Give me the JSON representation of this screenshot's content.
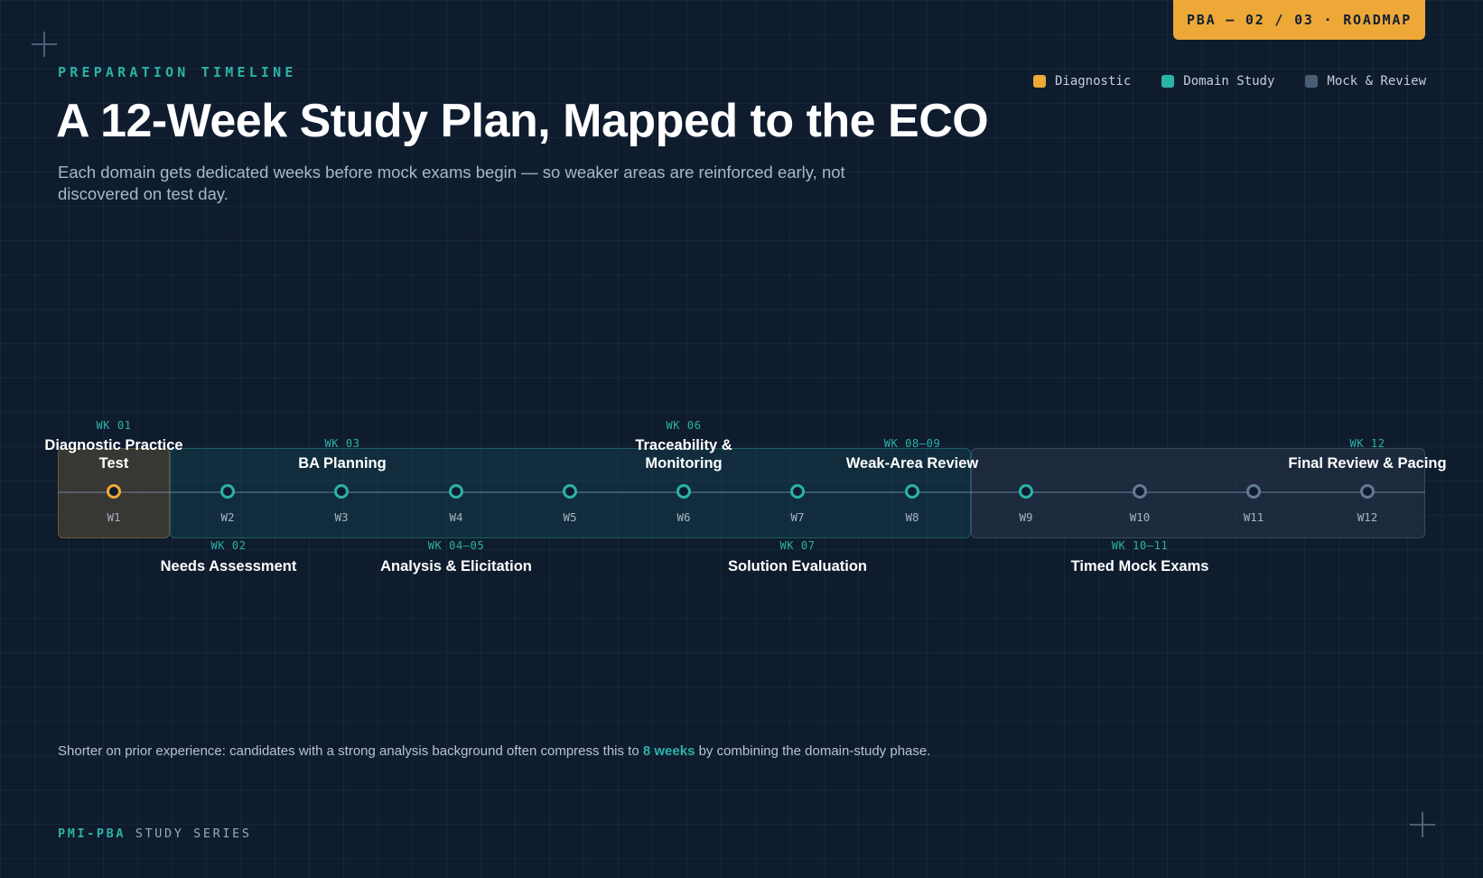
{
  "badge": "PBA — 02 / 03 · ROADMAP",
  "eyebrow": "PREPARATION TIMELINE",
  "title": "A 12-Week Study Plan, Mapped to the ECO",
  "subtitle": "Each domain gets dedicated weeks before mock exams begin — so weaker areas are reinforced early, not discovered on test day.",
  "legend": [
    {
      "label": "Diagnostic",
      "color": "#eda838"
    },
    {
      "label": "Domain Study",
      "color": "#2bb3a6"
    },
    {
      "label": "Mock & Review",
      "color": "#4b5d74"
    }
  ],
  "weeks": [
    "W1",
    "W2",
    "W3",
    "W4",
    "W5",
    "W6",
    "W7",
    "W8",
    "W9",
    "W10",
    "W11",
    "W12"
  ],
  "milestones_above": [
    {
      "wk": "WK 01",
      "name": "Diagnostic Practice Test"
    },
    {
      "wk": "WK 03",
      "name": "BA Planning"
    },
    {
      "wk": "WK 06",
      "name": "Traceability & Monitoring"
    },
    {
      "wk": "WK 08–09",
      "name": "Weak-Area Review"
    },
    {
      "wk": "WK 12",
      "name": "Final Review & Pacing"
    }
  ],
  "milestones_below": [
    {
      "wk": "WK 02",
      "name": "Needs Assessment"
    },
    {
      "wk": "WK 04–05",
      "name": "Analysis & Elicitation"
    },
    {
      "wk": "WK 07",
      "name": "Solution Evaluation"
    },
    {
      "wk": "WK 10–11",
      "name": "Timed Mock Exams"
    }
  ],
  "footnote": {
    "prefix": "Shorter on prior experience: candidates with a strong analysis background often compress this to ",
    "highlight": "8 weeks",
    "suffix": " by combining the domain-study phase."
  },
  "series": {
    "brand": "PMI-PBA",
    "rest": " STUDY SERIES"
  }
}
